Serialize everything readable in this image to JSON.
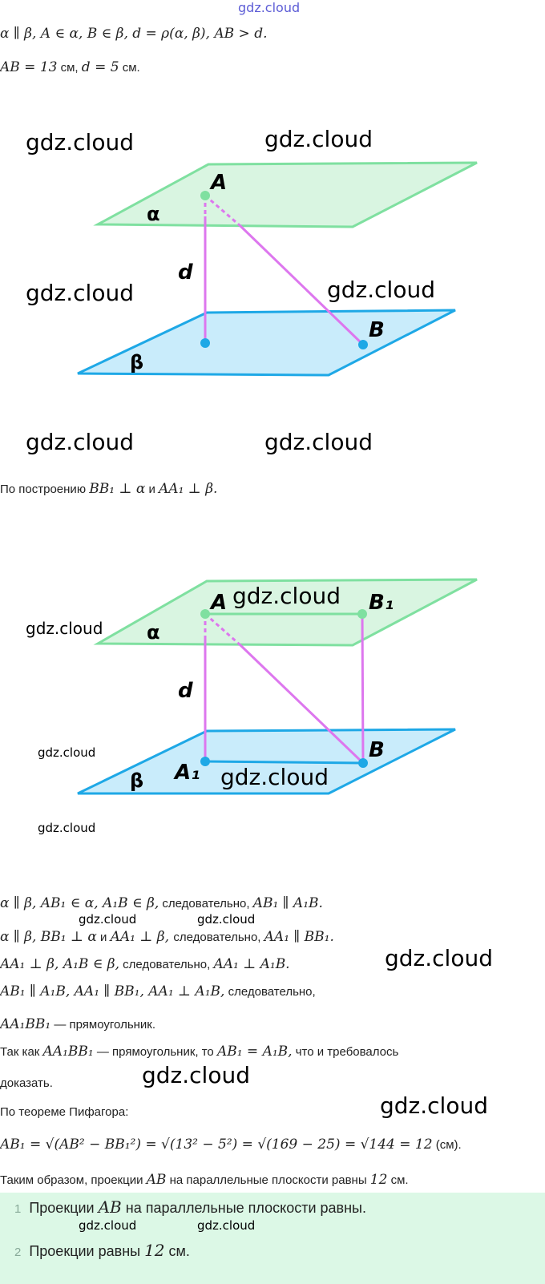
{
  "watermark": "gdz.cloud",
  "given": {
    "line1": "α ∥ β, A ∈ α, B ∈ β, d = ρ(α, β), AB > d.",
    "line2_math1": "AB = 13",
    "line2_unit1": " см, ",
    "line2_math2": "d = 5",
    "line2_unit2": " см."
  },
  "diagram1": {
    "labels": {
      "A": "A",
      "B": "B",
      "d": "d",
      "alpha": "α",
      "beta": "β"
    }
  },
  "construction": {
    "text1": "По построению ",
    "math1": "BB₁ ⊥ α",
    "text2": " и ",
    "math2": "AA₁ ⊥ β."
  },
  "diagram2": {
    "labels": {
      "A": "A",
      "B1": "B₁",
      "A1": "A₁",
      "B": "B",
      "d": "d",
      "alpha": "α",
      "beta": "β"
    }
  },
  "proof": [
    {
      "math": "α ∥ β, AB₁ ∈ α, A₁B ∈ β,",
      "text": " следовательно, ",
      "math2": "AB₁ ∥ A₁B."
    },
    {
      "math": "α ∥ β, BB₁ ⊥ α",
      "text": " и ",
      "math2": "AA₁ ⊥ β, ",
      "text2": "следовательно, ",
      "math3": "AA₁ ∥ BB₁."
    },
    {
      "math": "AA₁ ⊥ β, A₁B ∈ β,",
      "text": " следовательно, ",
      "math2": "AA₁ ⊥ A₁B."
    },
    {
      "math": "AB₁ ∥ A₁B, AA₁ ∥ BB₁, AA₁ ⊥ A₁B,",
      "text": " следовательно,"
    },
    {
      "math": "AA₁BB₁",
      "text": " — прямоугольник."
    }
  ],
  "conclusion": {
    "t1": "Так как ",
    "m1": "AA₁BB₁",
    "t2": " — прямоугольник, то ",
    "m2": "AB₁ = A₁B,",
    "t3": " что и требовалось",
    "t4": "доказать."
  },
  "pythagoras": {
    "heading": "По теореме Пифагора:",
    "formula": "AB₁ = √(AB² − BB₁²) = √(13² − 5²) = √(169 − 25) = √144 = 12",
    "unit": " (см)."
  },
  "summary": {
    "t1": "Таким образом, проекции ",
    "m1": "AB",
    "t2": " на параллельные плоскости равны ",
    "m2": "12",
    "t3": " см."
  },
  "answers": [
    {
      "num": "1",
      "t1": "Проекции ",
      "m1": "AB",
      "t2": " на параллельные плоскости равны."
    },
    {
      "num": "2",
      "t1": "Проекции равны ",
      "m1": "12",
      "t2": " см."
    }
  ],
  "colors": {
    "alpha_fill": "#d9f5e1",
    "alpha_stroke": "#7fe0a0",
    "beta_fill": "#c9ecfb",
    "beta_stroke": "#1ea8e6",
    "segment": "#dd77ee",
    "answer_bg": "#dcf8e6"
  }
}
